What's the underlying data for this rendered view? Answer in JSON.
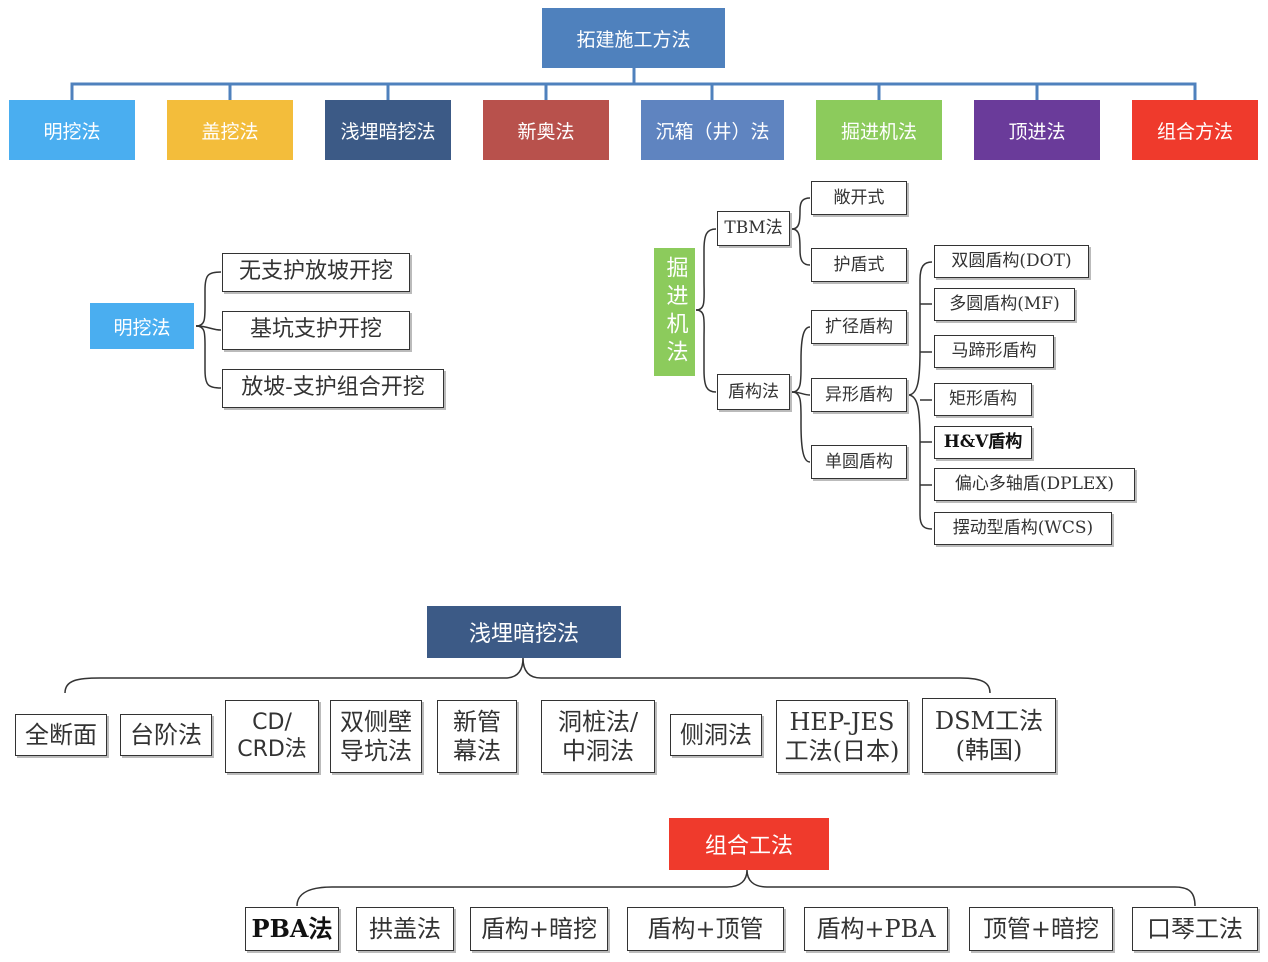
{
  "root": {
    "label": "拓建施工方法",
    "color": "#4f81bd"
  },
  "categories": [
    {
      "label": "明挖法",
      "color": "#4aaef0"
    },
    {
      "label": "盖挖法",
      "color": "#f3bd3b"
    },
    {
      "label": "浅埋暗挖法",
      "color": "#3c5a86"
    },
    {
      "label": "新奥法",
      "color": "#b8514c"
    },
    {
      "label": "沉箱（井）法",
      "color": "#5f84c0"
    },
    {
      "label": "掘进机法",
      "color": "#8ccb5c"
    },
    {
      "label": "顶进法",
      "color": "#6a3b9a"
    },
    {
      "label": "组合方法",
      "color": "#ef3a2c"
    }
  ],
  "open_cut": {
    "title": "明挖法",
    "color": "#4aaef0",
    "items": [
      "无支护放坡开挖",
      "基坑支护开挖",
      "放坡-支护组合开挖"
    ]
  },
  "tbm": {
    "title": "掘进机法",
    "color": "#8ccb5c",
    "tbm_label": "TBM法",
    "tbm_children": [
      "敞开式",
      "护盾式"
    ],
    "shield_label": "盾构法",
    "shield_children": [
      "扩径盾构",
      "异形盾构",
      "单圆盾构"
    ],
    "special_shields": [
      "双圆盾构(DOT)",
      "多圆盾构(MF)",
      "马蹄形盾构",
      "矩形盾构",
      "H&V盾构",
      "偏心多轴盾(DPLEX)",
      "摆动型盾构(WCS)"
    ]
  },
  "shallow": {
    "title": "浅埋暗挖法",
    "color": "#3c5a86",
    "items": [
      "全断面",
      "台阶法",
      "CD/\nCRD法",
      "双侧壁\n导坑法",
      "新管\n幕法",
      "洞桩法/\n中洞法",
      "侧洞法",
      "HEP-JES\n工法(日本)",
      "DSM工法\n(韩国)"
    ]
  },
  "combined": {
    "title": "组合工法",
    "color": "#ef3a2c",
    "items": [
      "PBA法",
      "拱盖法",
      "盾构+暗挖",
      "盾构+顶管",
      "盾构+PBA",
      "顶管+暗挖",
      "口琴工法"
    ]
  }
}
